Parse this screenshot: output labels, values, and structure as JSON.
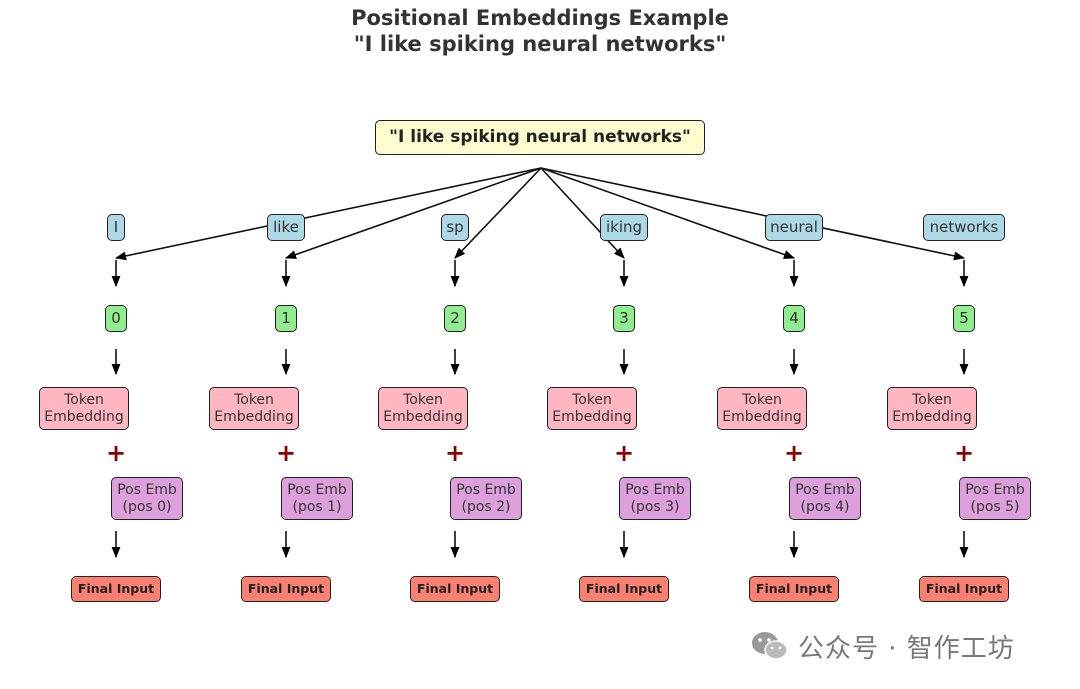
{
  "title": {
    "line1": "Positional Embeddings Example",
    "line2": "\"I like spiking neural networks\""
  },
  "sentence": "\"I like spiking neural networks\"",
  "columns": [
    {
      "token": "I",
      "position": "0",
      "embedding": "Token\nEmbedding",
      "pos_embedding": "Pos Emb\n(pos 0)",
      "final": "Final Input"
    },
    {
      "token": "like",
      "position": "1",
      "embedding": "Token\nEmbedding",
      "pos_embedding": "Pos Emb\n(pos 1)",
      "final": "Final Input"
    },
    {
      "token": "sp",
      "position": "2",
      "embedding": "Token\nEmbedding",
      "pos_embedding": "Pos Emb\n(pos 2)",
      "final": "Final Input"
    },
    {
      "token": "iking",
      "position": "3",
      "embedding": "Token\nEmbedding",
      "pos_embedding": "Pos Emb\n(pos 3)",
      "final": "Final Input"
    },
    {
      "token": "neural",
      "position": "4",
      "embedding": "Token\nEmbedding",
      "pos_embedding": "Pos Emb\n(pos 4)",
      "final": "Final Input"
    },
    {
      "token": "networks",
      "position": "5",
      "embedding": "Token\nEmbedding",
      "pos_embedding": "Pos Emb\n(pos 5)",
      "final": "Final Input"
    }
  ],
  "plus_symbol": "+",
  "watermark": {
    "text": "公众号 · 智作工坊",
    "icon": "wechat-logo"
  },
  "colors": {
    "sentence_fill": "#fffdd0",
    "token_fill": "#add8e6",
    "position_fill": "#90ee90",
    "token_embedding_fill": "#ffb6c1",
    "pos_embedding_fill": "#dda0dd",
    "final_fill": "#fa8072",
    "plus": "#8b0000"
  }
}
